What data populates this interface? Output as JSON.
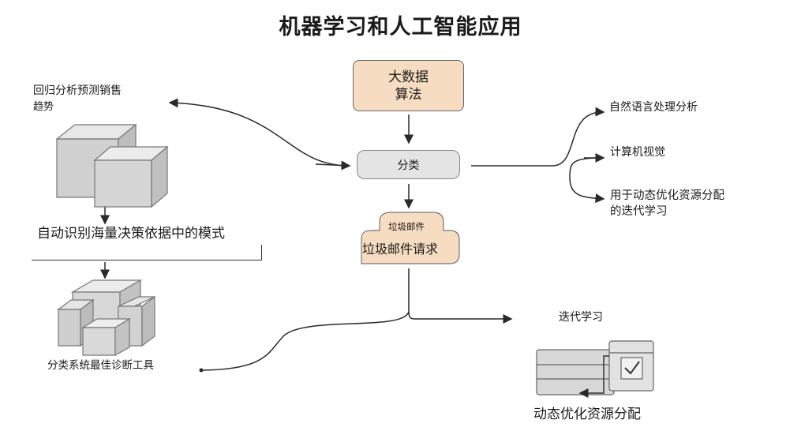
{
  "title": "机器学习和人工智能应用",
  "nodes": {
    "algo_line1": "大数据",
    "algo_line2": "算法",
    "classify": "分类",
    "spam_small": "垃圾邮件",
    "spam_big": "垃圾邮件请求",
    "regression_line1": "回归分析预测销售",
    "regression_line2": "趋势",
    "pattern": "自动识别海量决策依据中的模式",
    "diagnosis": "分类系统最佳诊断工具",
    "nlp": "自然语言处理分析",
    "cv": "计算机视觉",
    "opt_line1": "用于动态优化资源分配",
    "opt_line2": "的迭代学习",
    "iterative": "迭代学习",
    "dynamic": "动态优化资源分配"
  },
  "colors": {
    "algo_fill": "#f6dcc0",
    "spam_fill": "#f6dcc0",
    "classify_fill": "#e4e4e4",
    "cube_light": "#e6e6e6",
    "cube_mid": "#cfcfcf",
    "cube_dark": "#b8b8b8",
    "line": "#2a2a2a"
  },
  "icons": [
    "cube-pair-icon",
    "cube-cluster-icon",
    "window-check-icon"
  ]
}
